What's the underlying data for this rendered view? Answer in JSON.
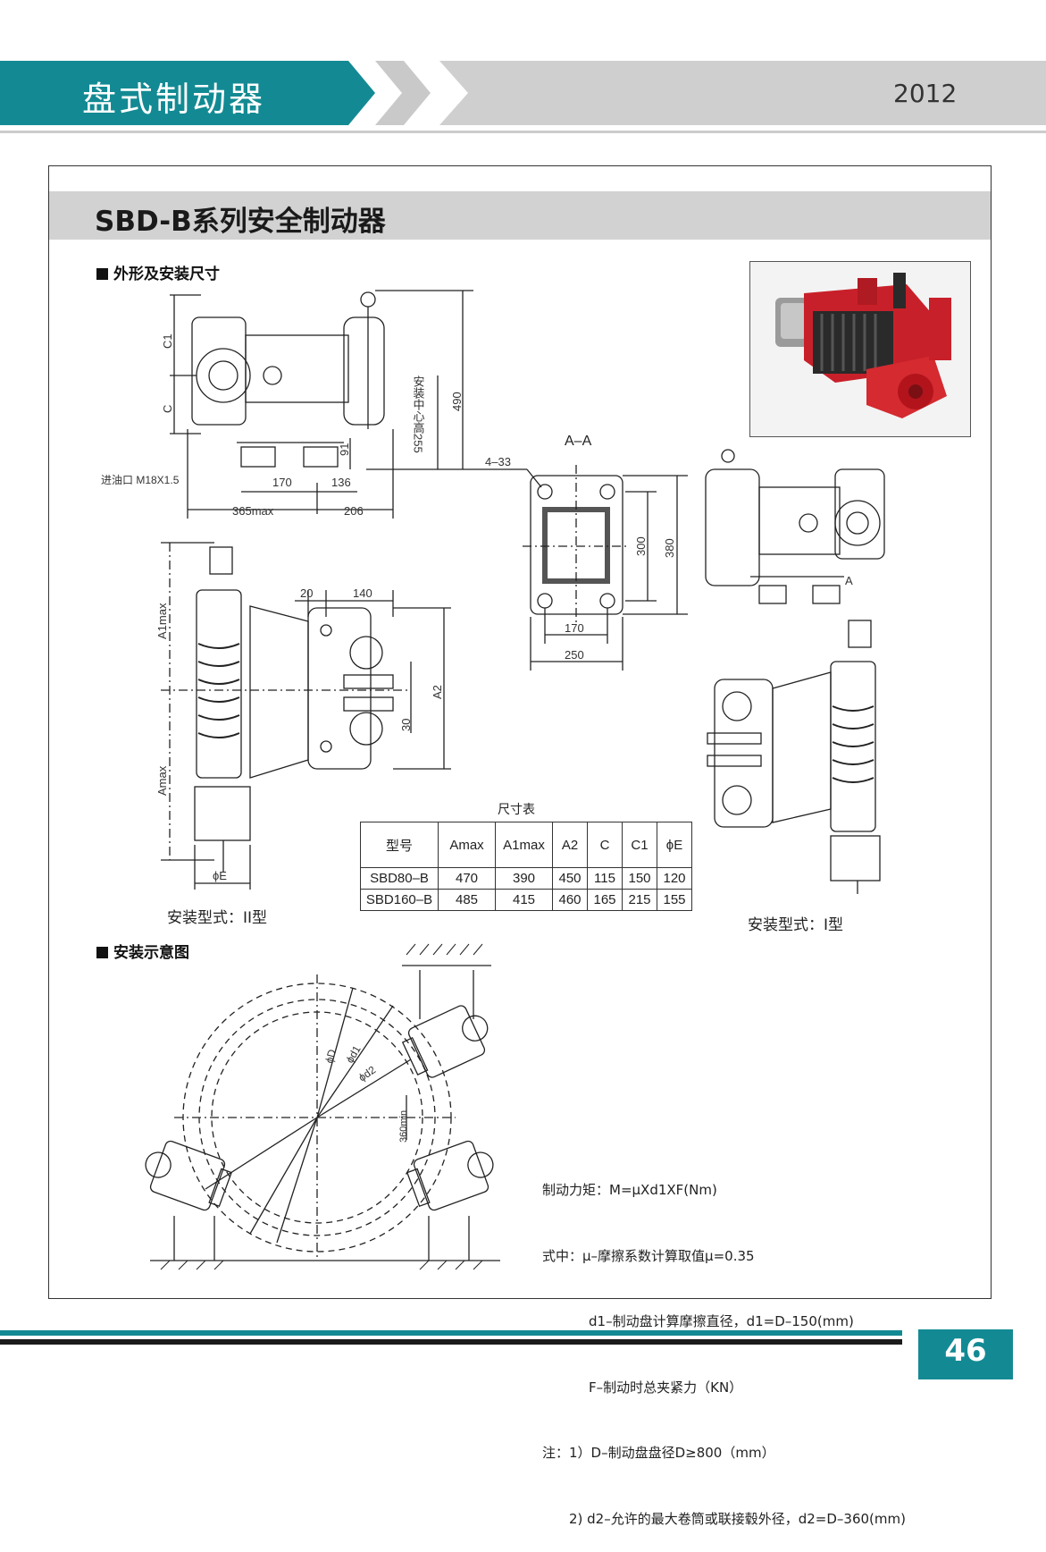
{
  "header": {
    "title": "盘式制动器",
    "year": "2012"
  },
  "section": {
    "title": "SBD-B系列安全制动器"
  },
  "subsections": {
    "outline": "外形及安装尺寸",
    "install": "安装示意图"
  },
  "drawing_labels": {
    "c1": "C1",
    "c": "C",
    "install_height": "安装中心高255",
    "h490": "490",
    "h91": "91",
    "oil_inlet": "进油口 M18X1.5",
    "d170": "170",
    "d136": "136",
    "d365": "365max",
    "d206": "206",
    "aa": "A–A",
    "holes": "4–33",
    "d300": "300",
    "d380": "380",
    "d170b": "170",
    "d250": "250",
    "a1max": "A1max",
    "amax": "Amax",
    "a2": "A2",
    "d20": "20",
    "d140": "140",
    "d30": "30",
    "phie": "ϕE",
    "arrow_a": "A",
    "dD": "ϕD",
    "dd1": "ϕd1",
    "dd2": "ϕd2",
    "d360": "360min"
  },
  "table": {
    "title": "尺寸表",
    "headers": [
      "型号",
      "Amax",
      "A1max",
      "A2",
      "C",
      "C1",
      "ϕE"
    ],
    "rows": [
      [
        "SBD80–B",
        "470",
        "390",
        "450",
        "115",
        "150",
        "120"
      ],
      [
        "SBD160–B",
        "485",
        "415",
        "460",
        "165",
        "215",
        "155"
      ]
    ]
  },
  "captions": {
    "type2": "安装型式：II型",
    "type1": "安装型式：I型"
  },
  "formula": {
    "l1": "制动力矩：M=μXd1XF(Nm)",
    "l2": "式中：μ–摩擦系数计算取值μ=0.35",
    "l3": "d1–制动盘计算摩擦直径，d1=D–150(mm)",
    "l4": "F–制动时总夹紧力（KN）",
    "l5": "注：1）D–制动盘盘径D≥800（mm）",
    "l6": "2) d2–允许的最大卷筒或联接毂外径，d2=D–360(mm)"
  },
  "footer": {
    "page": "46"
  },
  "colors": {
    "accent": "#138a93",
    "banner_gray": "#cfcfcf",
    "product_red": "#c8202a"
  }
}
